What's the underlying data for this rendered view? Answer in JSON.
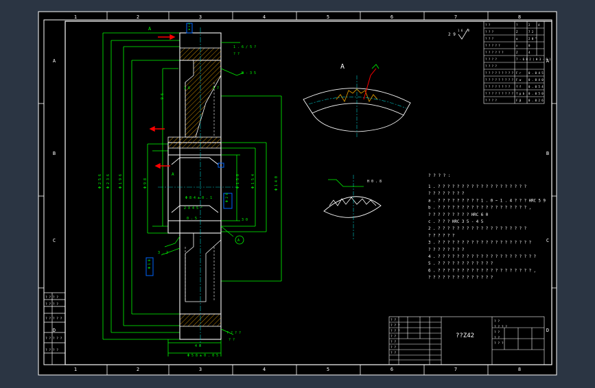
{
  "frame": {
    "col_numbers": [
      "1",
      "2",
      "3",
      "4",
      "5",
      "6",
      "7",
      "8"
    ],
    "row_letters": [
      "A",
      "B",
      "C",
      "D"
    ]
  },
  "colors": {
    "background": "#2b3543",
    "paper": "#000000",
    "line_white": "#ffffff",
    "line_green": "#00ff00",
    "line_red": "#ff0000",
    "line_blue": "#0066ff",
    "line_cyan": "#00c8c8",
    "hatch": "#c88a00"
  },
  "main_view": {
    "section_label_top": "A",
    "section_label_bottom": "A",
    "dims_left": [
      "Φ 2 5 6",
      "Φ 2 3 6",
      "Φ 1 9 6"
    ],
    "dim_bore": "Φ 9 8",
    "dim_inner": "Φ 8 4 ± 0 . 1",
    "dim_small": "9 6",
    "dim_right_1": "Φ 1 5 4",
    "dim_right_2": "Φ 1 5 0",
    "dim_width_top": "4 8",
    "dim_width_bottom": "Φ 5 8 ± 0 . 0 5",
    "dim_gear_inner": "Φ 1 4 0",
    "note_chamfer": "1 . 6 / 5 ?",
    "note_qq": "? ?",
    "note_b35": "B - 3 5",
    "note_2x45": "2 X 4 5 °",
    "note_05": "0 . 5",
    "note_16": "1 6",
    "note_17": "1 7",
    "note_32": "3 . 2",
    "note_30": "3 0",
    "note_bottom": "? ?",
    "note_right_bottom": "? ? ? ?",
    "circle_label": "A",
    "blue_tag_1": "Φ 2 0",
    "blue_tag_2": "Φ 1 0",
    "blue_tag_3": "Φ 1 8"
  },
  "view_a": {
    "label": "A",
    "note_dim": "H 0 . 8"
  },
  "roughness": {
    "text": "2 9",
    "symbol_note": "1 6 . 8"
  },
  "param_table": {
    "rows": [
      [
        "? ?",
        "?",
        "2",
        "4"
      ],
      [
        "? ? ?",
        "Z",
        "7 2",
        ""
      ],
      [
        "? ? ?",
        "α",
        "2 0 °",
        ""
      ],
      [
        "? ? ? ? ?",
        "x",
        "0",
        ""
      ],
      [
        "? ? ? ? ? ?",
        "Z",
        "4",
        ""
      ],
      [
        "? ? ? ?",
        "7 - 6 B 2 ( H 3 - 8 )",
        "",
        ""
      ],
      [
        "? ? ? ?",
        "",
        "",
        ""
      ],
      [
        "? ? ? ? ? ? ? ? ?",
        "F r",
        "0 . 0 4 5",
        ""
      ],
      [
        "? ? ? ? ? ? ? ? ?",
        "F w",
        "0 . 0 4 0",
        ""
      ],
      [
        "? ? ? ? ? ? ? ?",
        "f f",
        "0 . 0 5 4",
        ""
      ],
      [
        "? ? ? ? ? ? ? ? ?",
        "f p b",
        "0 . 0 5 0",
        ""
      ],
      [
        "? ? ? ?",
        "F β",
        "0 . 0 2 6",
        ""
      ]
    ]
  },
  "tech_notes": {
    "title": "? ? ? ? :",
    "lines": [
      "1 . ? ? ? ? ? ? ? ? ? ? ? ? ? ? ? ? ? ? ?",
      "  ? ? ? ? ? ? ? ?",
      "  a . ? ? ? ? ? ? ? ? ? 1 . 0 ~ 1 . 4 ? ? ? HRC 5 9",
      "  b . ? ? ? ? ? ? ? ? ? ? ? ? ? ? ? ? ? ? ? ,",
      "  ? ? ? ? ? ? ? ? ? HRC 6 0",
      "  c . ? ? ? HRC 3 5 - 4 5",
      "2 . ? ? ? ? ? ? ? ? ? ? ? ? ? ? ? ? ? ? ?",
      "  ? ? ? ? ? ?",
      "3 . ? ? ? ? ? ? ? ? ? ? ? ? ? ? ? ? ? ? ? ?",
      "  ? ? ? ? ? ? ? ?",
      "4 . ? ? ? ? ? ? ? ? ? ? ? ? ? ? ? ? ? ? ? ? ?",
      "5 . ? ? ? ? ? ? ? ? ? ? ? ?",
      "6 . ? ? ? ? ? ? ? ? ? ? ? ? ? ? ? ? ? ? ? ? ,",
      "  ? ? ? ? ? ? ? ? ? ? ? ? ? ?"
    ]
  },
  "title_block": {
    "part_name": "??Z42",
    "cells_left": [
      "? ?",
      "? ? ?",
      "? ? ?",
      "? ?",
      "? ?",
      "? ?",
      "? ?"
    ],
    "cells_right": [
      "? ?",
      "? ? ? ?",
      "? ?",
      "? ?",
      "? ? ?"
    ]
  },
  "left_strip": {
    "cells": [
      "? ? ? ?",
      "? ? ? ?",
      "? ? ? ? ?",
      "? ? ? ? ?",
      "? ? ? ?"
    ]
  }
}
